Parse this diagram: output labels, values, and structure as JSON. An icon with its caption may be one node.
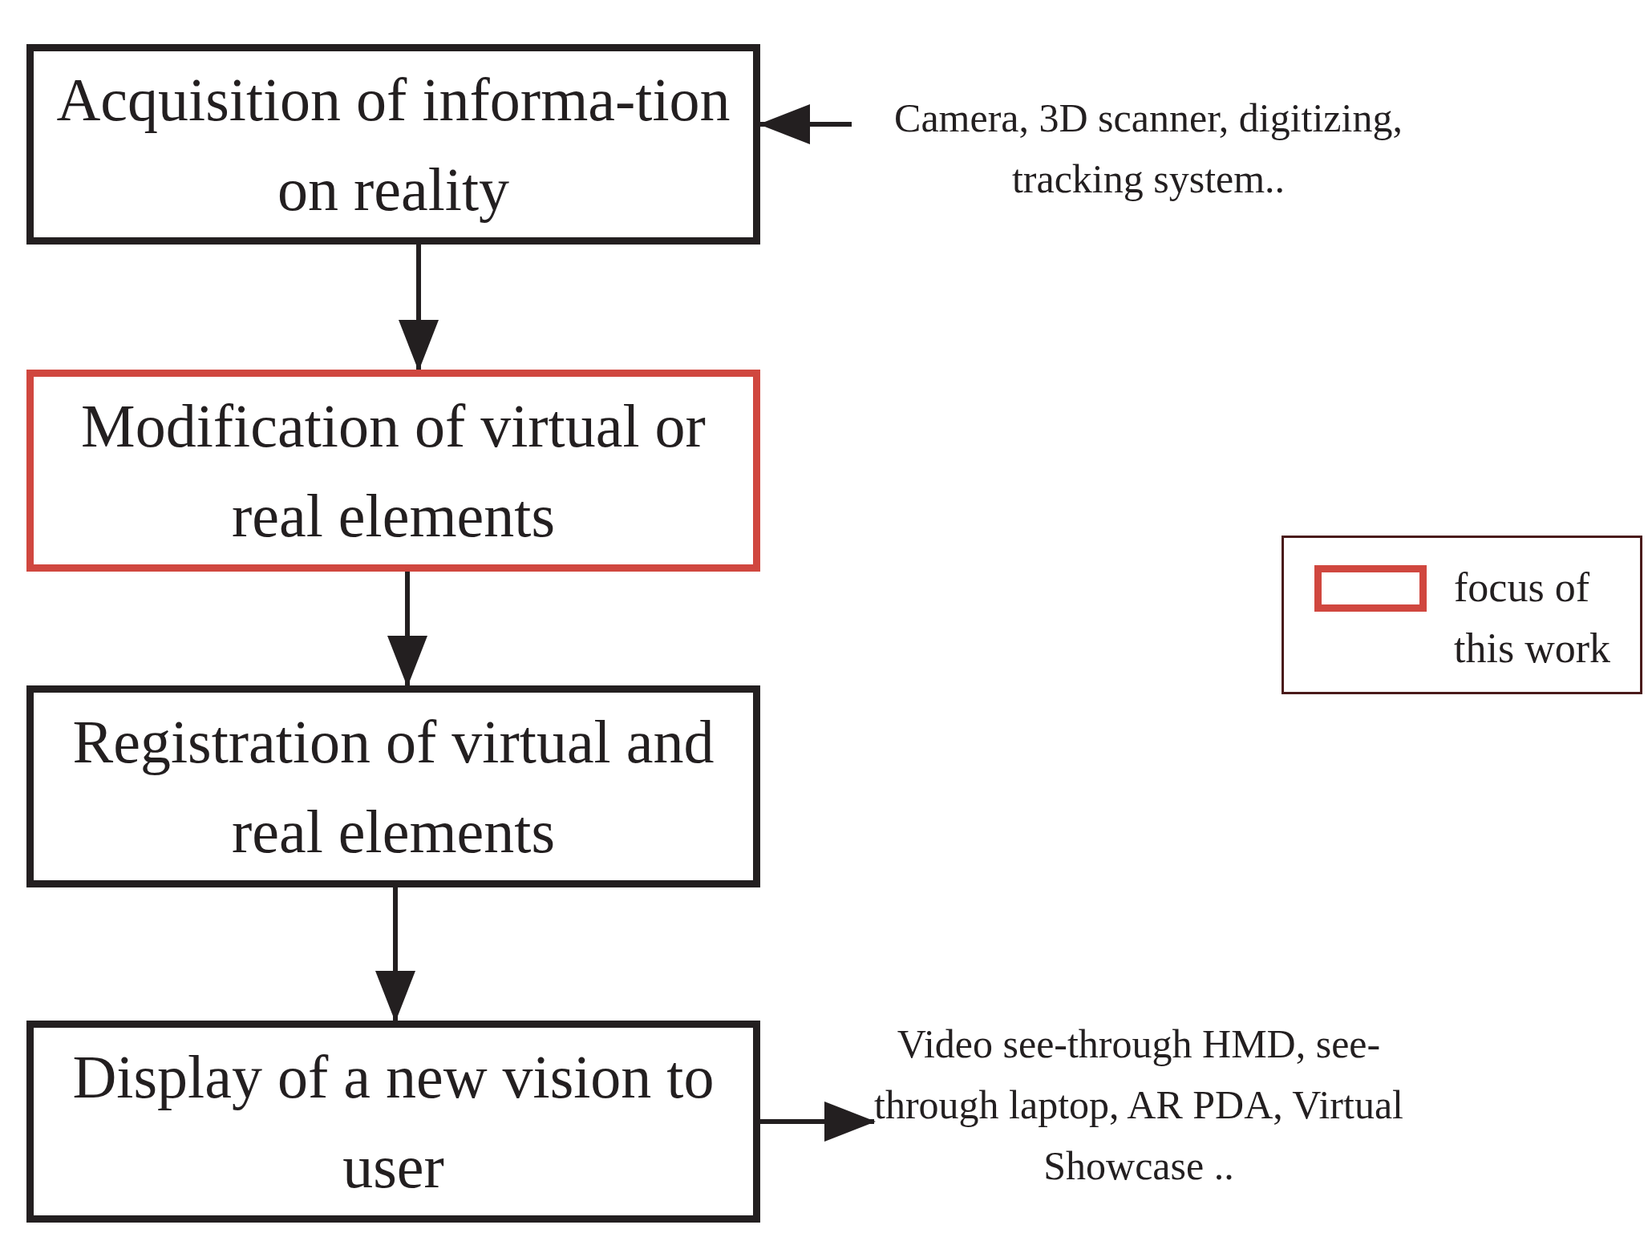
{
  "diagram": {
    "nodes": [
      {
        "text": [
          "Acquisition of informa-tion on reality"
        ]
      },
      {
        "text": [
          "Modification of virtual or real elements"
        ]
      },
      {
        "text": [
          "Registration of virtual and real elements"
        ]
      },
      {
        "text": [
          "Display of a new vision to user"
        ]
      },
      {
        "text": [
          "Camera, 3D scanner, digitizing, tracking system.."
        ]
      },
      {
        "text": [
          "Video see-through HMD, see-through laptop, AR PDA, Virtual Showcase .."
        ]
      }
    ],
    "edges": [
      {
        "from": 4,
        "to": 0,
        "arrow": "to"
      },
      {
        "from": 0,
        "to": 1,
        "arrow": "to"
      },
      {
        "from": 1,
        "to": 2,
        "arrow": "to"
      },
      {
        "from": 2,
        "to": 3,
        "arrow": "to"
      },
      {
        "from": 3,
        "to": 5,
        "arrow": "to"
      }
    ],
    "legend": [
      {
        "text": "focus of this work",
        "color": "#d0473f"
      }
    ]
  }
}
